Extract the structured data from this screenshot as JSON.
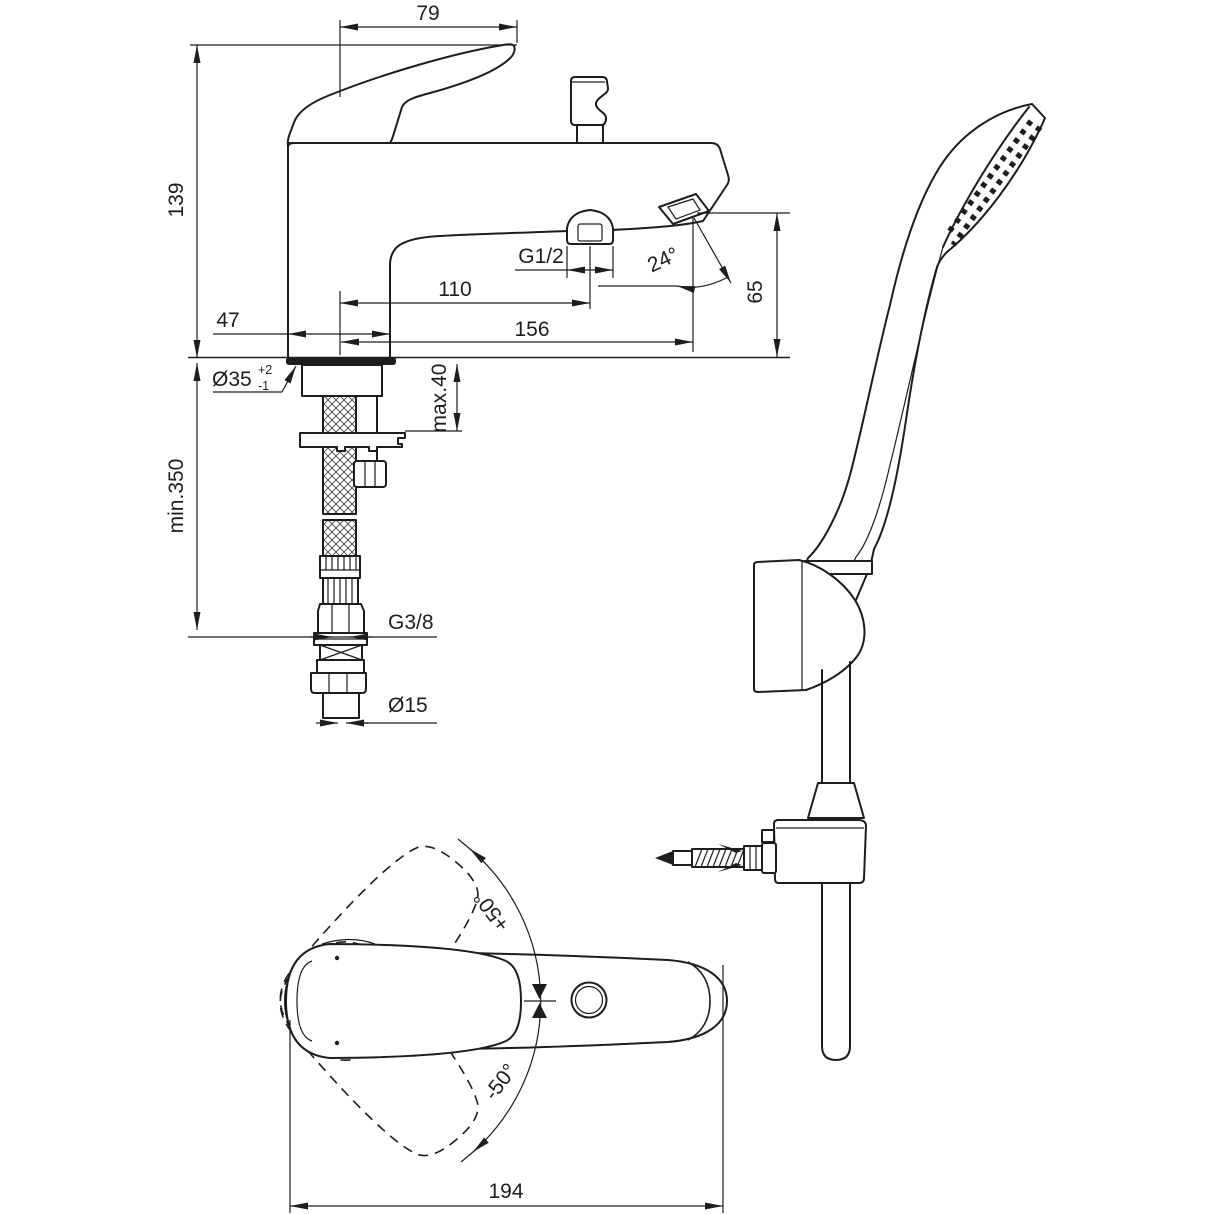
{
  "drawing": {
    "type": "technical-dimension-drawing",
    "subject": "single-lever bath shower mixer with hand shower set",
    "line_color": "#1d1d1b",
    "background": "#ffffff",
    "views": [
      "side-elevation-with-connections",
      "hand-shower-with-wall-bracket",
      "plan-view-swivel-range"
    ],
    "dims": {
      "d79": "79",
      "d139": "139",
      "g12": "G1/2",
      "a24": "24°",
      "d65": "65",
      "d110": "110",
      "d47": "47",
      "d156": "156",
      "dia35": "Ø35",
      "tol_p": "+2",
      "tol_m": "-1",
      "max40": "max.40",
      "min350": "min.350",
      "g38": "G3/8",
      "dia15": "Ø15",
      "p50": "+50°",
      "m50": "-50°",
      "d194": "194"
    }
  }
}
